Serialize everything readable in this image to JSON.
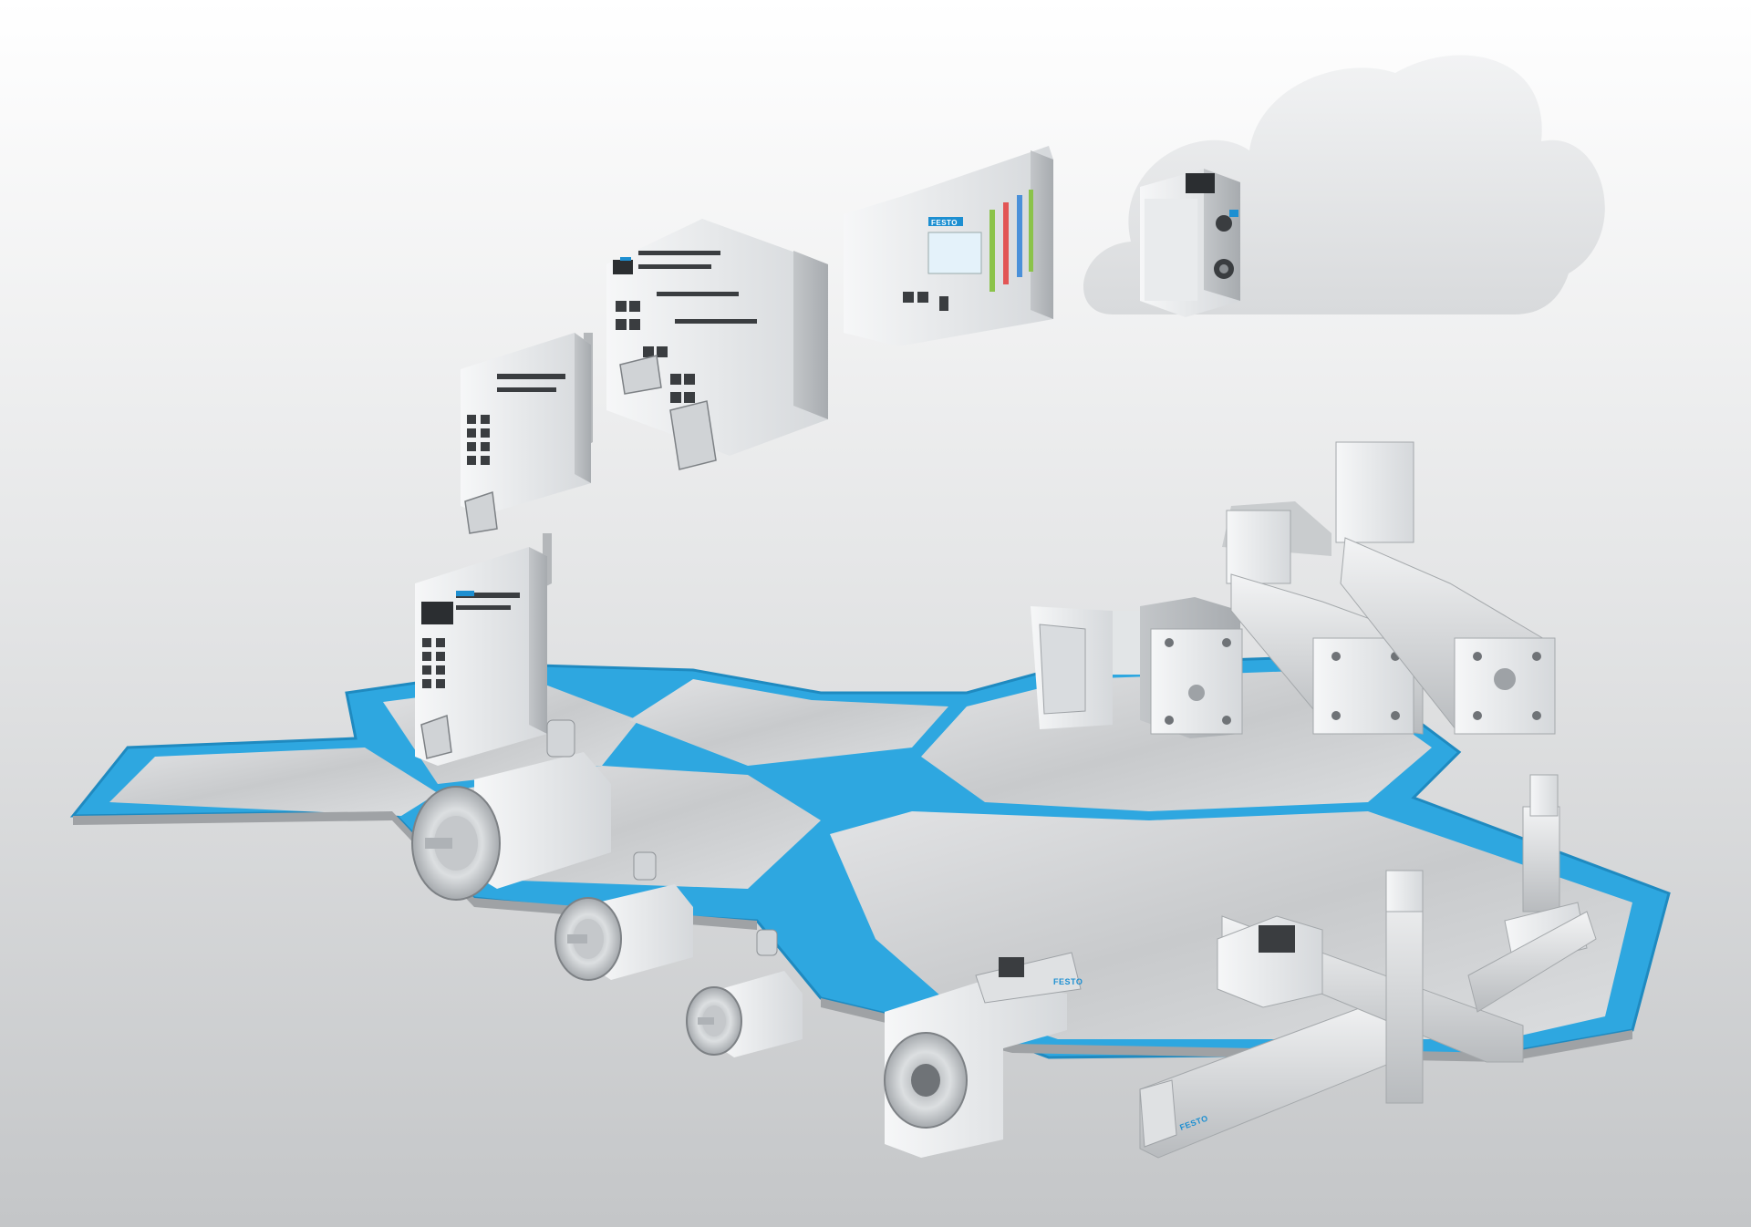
{
  "colors": {
    "background_top": "#ffffff",
    "background_bottom": "#c9cbcd",
    "cloud": "#e4e6e8",
    "hex_plate": "#d2d4d6",
    "hex_plate_edge": "#9fa2a5",
    "accent_blue": "#2ea7e0",
    "device_body": "#eceeef",
    "device_shadow": "#b9bcbf",
    "device_dark": "#3a3d40",
    "brand_blue": "#1d8fd1"
  },
  "brand": {
    "logo_text": "FESTO"
  },
  "scene": {
    "cloud": {
      "icon": "cloud-icon",
      "device": "iot-gateway"
    },
    "controllers": [
      "servo-drive-single-small",
      "servo-drive-single",
      "servo-drive-multi-axis",
      "plc-controller-modular"
    ],
    "motors": [
      "servo-motor-large",
      "servo-motor-medium",
      "servo-motor-small"
    ],
    "axes": [
      "mini-slide-compact",
      "electric-slide",
      "toothed-belt-axis",
      "spindle-axis"
    ],
    "handling": [
      "rotary-drive",
      "gantry-handling-system",
      "vertical-axis-unit"
    ]
  }
}
